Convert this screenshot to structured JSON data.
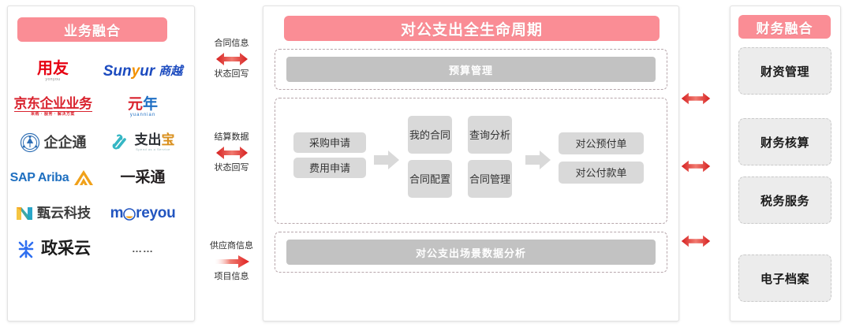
{
  "panels": {
    "left": {
      "title": "业务融合"
    },
    "center": {
      "title": "对公支出全生命周期"
    },
    "right": {
      "title": "财务融合"
    }
  },
  "partners": [
    {
      "name": "用友",
      "sub": "yonyou",
      "icon": "yonyou-logo"
    },
    {
      "name": "Sunyur 商越",
      "sub": "",
      "icon": "sunyur-logo"
    },
    {
      "name": "京东企业业务",
      "sub": "采购 · 服务 · 解决方案",
      "icon": "jd-enterprise-logo"
    },
    {
      "name": "元年",
      "sub": "yuannian",
      "icon": "yuannian-logo"
    },
    {
      "name": "企企通",
      "sub": "",
      "icon": "qiqitong-logo"
    },
    {
      "name": "支出宝",
      "sub": "Spend as a Service",
      "icon": "zhichubao-logo"
    },
    {
      "name": "SAP Ariba",
      "sub": "",
      "icon": "sap-ariba-logo"
    },
    {
      "name": "一采通",
      "sub": "",
      "icon": "yicaitong-logo"
    },
    {
      "name": "甄云科技",
      "sub": "",
      "icon": "zhenyun-logo"
    },
    {
      "name": "moreyou",
      "sub": "",
      "icon": "moreyou-logo"
    },
    {
      "name": "政采云",
      "sub": "",
      "icon": "zhengcaiyun-logo"
    },
    {
      "name": "……",
      "sub": "",
      "icon": "ellipsis-placeholder"
    }
  ],
  "connectors": [
    {
      "top_label": "合同信息",
      "bottom_label": "状态回写",
      "direction": "both",
      "icon": "double-arrow-icon"
    },
    {
      "top_label": "结算数据",
      "bottom_label": "状态回写",
      "direction": "both",
      "icon": "double-arrow-icon"
    },
    {
      "top_label": "供应商信息",
      "bottom_label": "项目信息",
      "direction": "right",
      "icon": "right-arrow-icon"
    }
  ],
  "center": {
    "budget_bar": "预算管理",
    "data_bar": "对公支出场景数据分析",
    "flow": {
      "stage1": [
        "采购申请",
        "费用申请"
      ],
      "stage2": [
        "我的\n合同",
        "查询\n分析",
        "合同\n配置",
        "合同\n管理"
      ],
      "stage2_lines": [
        [
          "我的",
          "合同"
        ],
        [
          "查询",
          "分析"
        ],
        [
          "合同",
          "配置"
        ],
        [
          "合同",
          "管理"
        ]
      ],
      "stage3": [
        "对公预付单",
        "对公付款单"
      ],
      "arrow_icon": "thick-right-arrow-icon"
    }
  },
  "right_modules": [
    "财资管理",
    "财务核算",
    "税务服务",
    "电子档案"
  ],
  "side_connectors": [
    {
      "direction": "both",
      "icon": "double-arrow-icon"
    },
    {
      "direction": "both",
      "icon": "double-arrow-icon"
    },
    {
      "direction": "both",
      "icon": "double-arrow-icon"
    }
  ],
  "colors": {
    "accent_pink": "#fa8d95",
    "arrow_red": "#e02020",
    "gray_bar": "#c2c2c2",
    "gray_box": "#d9d9d9",
    "module_box": "#ececec",
    "dash_border": "#b7a6ab"
  }
}
